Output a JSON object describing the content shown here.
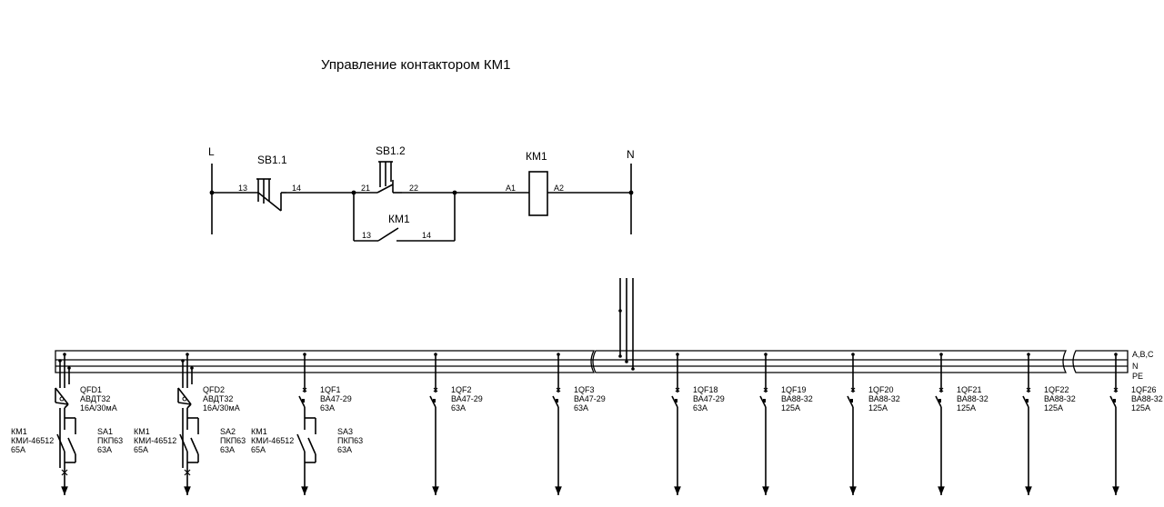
{
  "title": "Управление контактором КМ1",
  "control": {
    "L": "L",
    "N": "N",
    "sb11": "SB1.1",
    "sb11_a": "13",
    "sb11_b": "14",
    "sb12": "SB1.2",
    "sb12_a": "21",
    "sb12_b": "22",
    "km1": "КМ1",
    "km1_a": "A1",
    "km1_b": "A2",
    "km1c": "КМ1",
    "km1c_a": "13",
    "km1c_b": "14"
  },
  "bus_labels": [
    "A,B,C",
    "N",
    "PE"
  ],
  "feeders": [
    {
      "name": "QFD1",
      "type": "АВДТ32",
      "rating": "16А/30мА",
      "rcd": true,
      "contactor": {
        "name": "КМ1",
        "type": "КМИ-46512",
        "rating": "65А"
      },
      "switch": {
        "name": "SA1",
        "type": "ПКП63",
        "rating": "63А"
      }
    },
    {
      "name": "QFD2",
      "type": "АВДТ32",
      "rating": "16А/30мА",
      "rcd": true,
      "contactor": {
        "name": "КМ1",
        "type": "КМИ-46512",
        "rating": "65А"
      },
      "switch": {
        "name": "SA2",
        "type": "ПКП63",
        "rating": "63А"
      }
    },
    {
      "name": "1QF1",
      "type": "ВА47-29",
      "rating": "63А",
      "rcd": false,
      "contactor": {
        "name": "КМ1",
        "type": "КМИ-46512",
        "rating": "65А"
      },
      "switch": {
        "name": "SA3",
        "type": "ПКП63",
        "rating": "63А"
      }
    },
    {
      "name": "1QF2",
      "type": "ВА47-29",
      "rating": "63А",
      "rcd": false
    },
    {
      "name": "1QF3",
      "type": "ВА47-29",
      "rating": "63А",
      "rcd": false
    },
    {
      "name": "1QF18",
      "type": "ВА47-29",
      "rating": "63А",
      "rcd": false
    },
    {
      "name": "1QF19",
      "type": "ВА88-32",
      "rating": "125А",
      "rcd": false
    },
    {
      "name": "1QF20",
      "type": "ВА88-32",
      "rating": "125А",
      "rcd": false
    },
    {
      "name": "1QF21",
      "type": "ВА88-32",
      "rating": "125А",
      "rcd": false
    },
    {
      "name": "1QF22",
      "type": "ВА88-32",
      "rating": "125А",
      "rcd": false
    },
    {
      "name": "1QF26",
      "type": "ВА88-32",
      "rating": "125А",
      "rcd": false
    }
  ]
}
